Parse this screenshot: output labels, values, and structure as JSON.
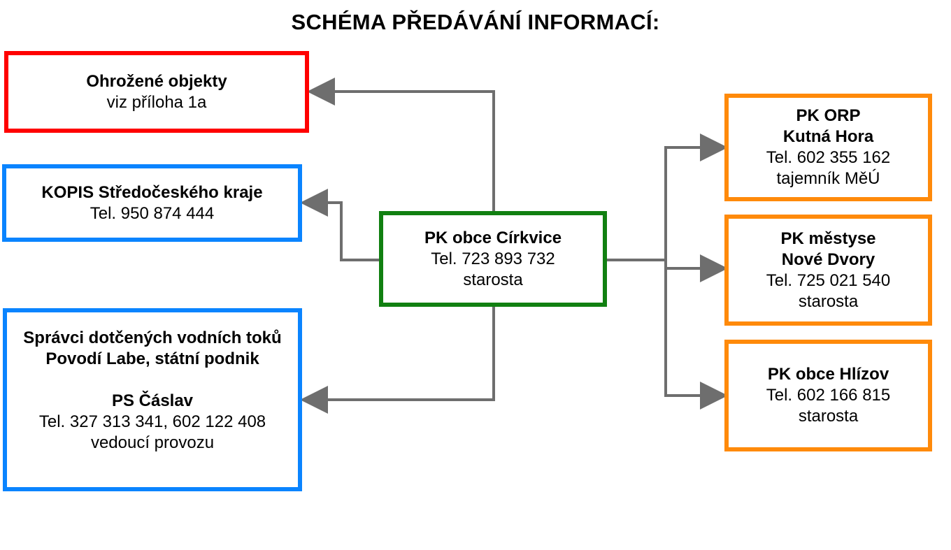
{
  "title": "SCHÉMA PŘEDÁVÁNÍ INFORMACÍ:",
  "colors": {
    "red": "#ff0000",
    "blue": "#0a84ff",
    "green": "#118011",
    "orange": "#ff8a0a",
    "connector": "#6e6e6e"
  },
  "nodes": {
    "threatened": {
      "name": "Ohrožené objekty",
      "line1": "viz příloha 1a"
    },
    "kopis": {
      "name": "KOPIS Středočeského kraje",
      "phone": "Tel. 950 874 444"
    },
    "rivers": {
      "name1": "Správci dotčených vodních toků",
      "name2": "Povodí Labe, státní podnik",
      "unit": "PS Čáslav",
      "phone": "Tel. 327 313 341, 602 122 408",
      "role": "vedoucí provozu"
    },
    "center": {
      "name": "PK obce Církvice",
      "phone": "Tel. 723 893 732",
      "role": "starosta"
    },
    "orp": {
      "name1": "PK ORP",
      "name2": "Kutná Hora",
      "phone": "Tel. 602 355 162",
      "role": "tajemník MěÚ"
    },
    "dvory": {
      "name1": "PK městyse",
      "name2": "Nové Dvory",
      "phone": "Tel. 725 021 540",
      "role": "starosta"
    },
    "hlizov": {
      "name": "PK obce Hlízov",
      "phone": "Tel. 602 166 815",
      "role": "starosta"
    }
  }
}
